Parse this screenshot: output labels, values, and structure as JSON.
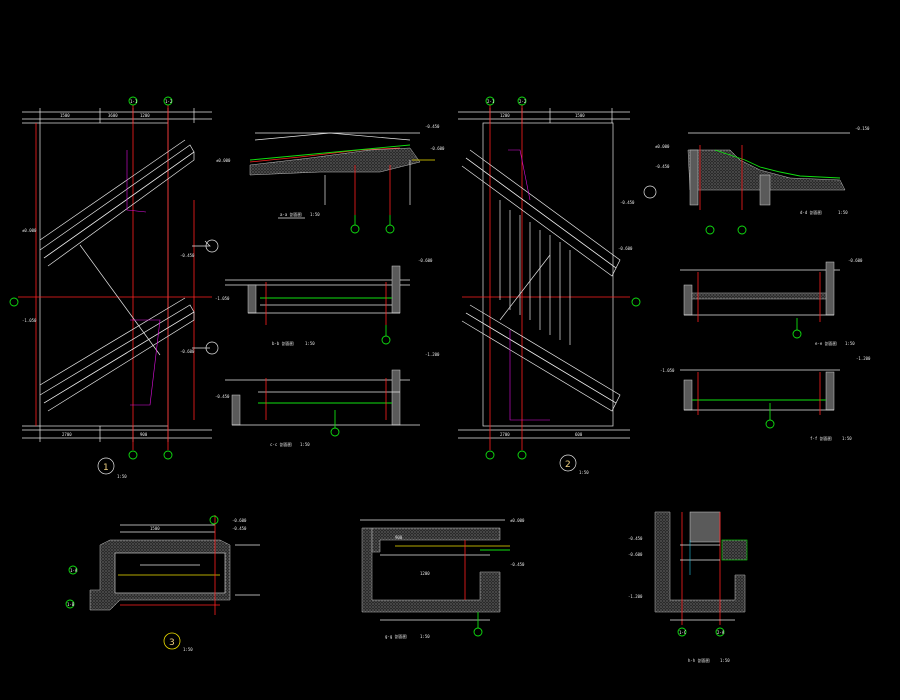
{
  "drawings": {
    "plan1": {
      "number": "1",
      "scale": "1:50"
    },
    "plan2": {
      "number": "2",
      "scale": "1:50"
    },
    "detail3": {
      "number": "3",
      "scale": "1:50"
    }
  },
  "sections": {
    "a_a": {
      "caption": "a-a 剖面图",
      "scale": "1:50"
    },
    "b_b": {
      "caption": "b-b 剖面图",
      "scale": "1:50"
    },
    "c_c": {
      "caption": "c-c 剖面图",
      "scale": "1:50"
    },
    "d_d": {
      "caption": "d-d 剖面图",
      "scale": "1:50"
    },
    "e_e": {
      "caption": "e-e 剖面图",
      "scale": "1:50"
    },
    "f_f": {
      "caption": "f-f 剖面图",
      "scale": "1:50"
    },
    "g_g": {
      "caption": "g-g 剖面图",
      "scale": "1:50"
    },
    "h_h": {
      "caption": "h-h 剖面图",
      "scale": "1:50"
    }
  },
  "axis_labels": [
    "1-1",
    "1-2",
    "1-A",
    "1-B",
    "1-C",
    "2-1",
    "2-2",
    "2-A"
  ],
  "elevations": [
    "-0.450",
    "-0.600",
    "±0.000",
    "-1.050",
    "-1.200",
    "-0.150"
  ],
  "dimensions": [
    "1500",
    "2700",
    "3600",
    "1200",
    "900",
    "600"
  ],
  "colors": {
    "background": "#000000",
    "line_white": "#e6e6e6",
    "line_yellow": "#f0e000",
    "line_red": "#ff2020",
    "line_green": "#10e010",
    "line_magenta": "#e010e0",
    "caption": "#f0d080"
  }
}
